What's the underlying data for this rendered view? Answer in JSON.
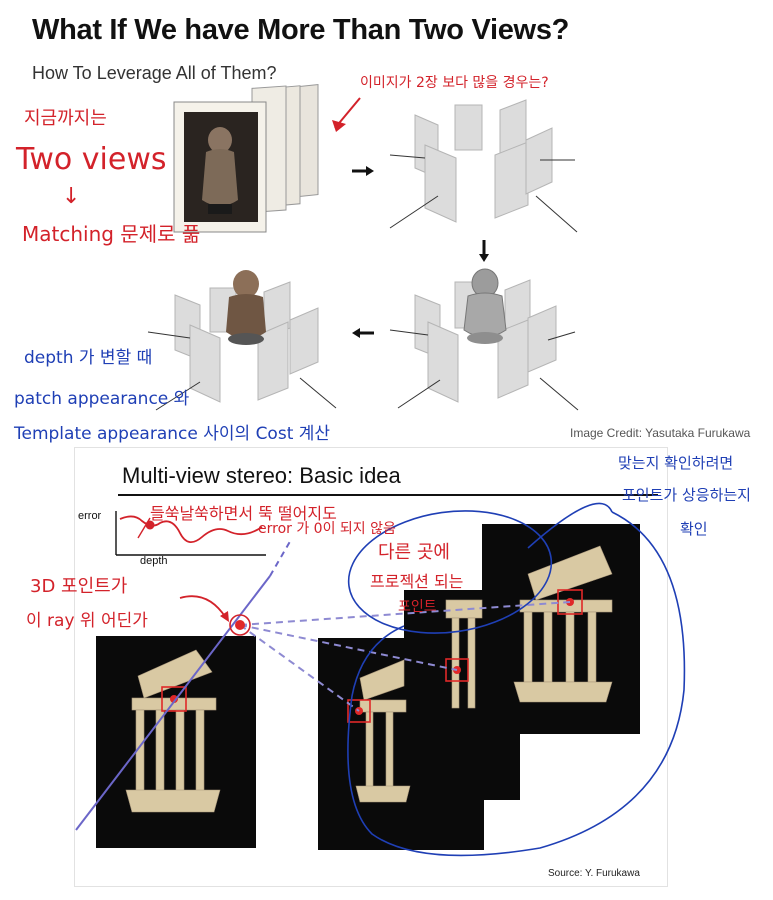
{
  "slide": {
    "title": "What If We have More Than Two Views?",
    "subtitle": "How To Leverage All of Them?",
    "image_credit": "Image Credit: Yasutaka Furukawa"
  },
  "inset": {
    "title": "Multi-view stereo: Basic idea",
    "error_label": "error",
    "depth_label": "depth",
    "source": "Source: Y. Furukawa"
  },
  "annotations": {
    "more_than_two": "이미지가 2장 보다 많을 경우는?",
    "so_far": "지금까지는",
    "two_views": "Two views",
    "down_arrow": "↓",
    "matching": "Matching 문제로 풂",
    "depth_changes": "depth 가 변할 때",
    "patch_appearance": "patch appearance 와",
    "template_cost": "Template appearance 사이의 Cost 계산",
    "bumpy_error": "들쑥날쑥하면서 뚝 떨어지도",
    "error_zero": "error 가 0이 되지 않음",
    "other_point": "다른 곳에",
    "projected": "프로젝션 되는",
    "point": "포인트",
    "point_3d": "3D 포인트가",
    "on_ray": "이 ray 위 어딘가",
    "check_1": "맞는지 확인하려면",
    "check_2": "포인트가 상응하는지",
    "check_3": "확인"
  },
  "colors": {
    "red_ink": "#d3222a",
    "blue_ink": "#1f3fb5",
    "photo_bg": "#0a0a0a",
    "statue": "#d9c9a3"
  }
}
